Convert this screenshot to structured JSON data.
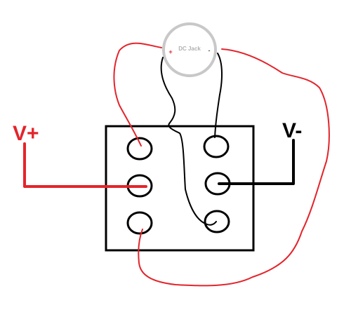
{
  "labels": {
    "v_plus": "V+",
    "v_minus": "V-"
  },
  "dc_jack": {
    "title": "DC Jack",
    "plus": "+",
    "minus": "-"
  },
  "colors": {
    "red": "#e3242b",
    "black": "#000000",
    "jack_ring": "#c8c8c8",
    "jack_text": "#b0b0b0"
  }
}
